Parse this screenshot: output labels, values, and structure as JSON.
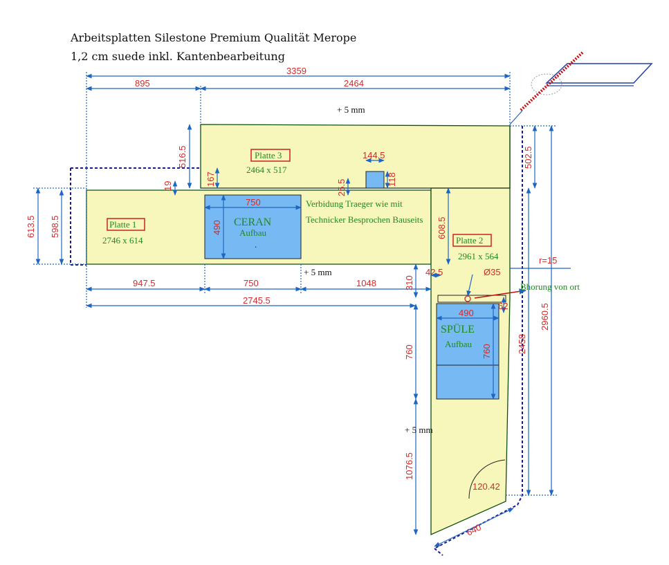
{
  "header": {
    "line1": "Arbeitsplatten Silestone Premium Qualität Merope",
    "line2": "1,2 cm suede inkl. Kantenbearbeitung"
  },
  "colors": {
    "slab": "#f7f7bb",
    "cutout": "#77b9f2",
    "dimension": "#d42a2a",
    "dimline": "#1f66c2",
    "label_text": "#1f8a1f",
    "label_box": "#cc2222",
    "outline": "#1a1a8a"
  },
  "plates": {
    "p1": {
      "label": "Platte 1",
      "size": "2746 x 614"
    },
    "p2": {
      "label": "Platte 2",
      "size": "2961 x 564"
    },
    "p3": {
      "label": "Platte 3",
      "size": "2464 x 517"
    }
  },
  "cutouts": {
    "ceran": {
      "name": "CERAN",
      "note": "Aufbau",
      "dot": "."
    },
    "spuele": {
      "name": "SPÜLE",
      "note": "Aufbau"
    }
  },
  "notes": {
    "join_line1": "Verbidung Traeger wie mit",
    "join_line2": "Technicker Besprochen Bauseits",
    "plus5_top": "+ 5 mm",
    "plus5_mid": "+ 5 mm",
    "plus5_right": "+ 5 mm",
    "drill": "Bhorung von ort"
  },
  "dims": {
    "d3359": "3359",
    "d895": "895",
    "d2464": "2464",
    "d5165": "516.5",
    "d1445": "144.5",
    "d167": "167",
    "d19": "19",
    "d255": "25.5",
    "d118": "118",
    "d5025": "502.5",
    "d6135": "613.5",
    "d5985": "598.5",
    "d750a": "750",
    "d490a": "490",
    "d6085": "608.5",
    "d9475": "947.5",
    "d750b": "750",
    "d1048": "1048",
    "d310": "310",
    "d425": "42.5",
    "d27455": "2745.5",
    "dphi35": "Ø35",
    "dr15": "r=15",
    "d62": "62",
    "d490b": "490",
    "d760a": "760",
    "d760b": "760",
    "d2458": "2458",
    "d29605": "2960.5",
    "d10765": "1076.5",
    "d12042": "120.42",
    "d640": "640"
  }
}
